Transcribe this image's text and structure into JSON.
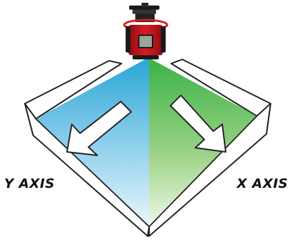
{
  "labels": {
    "y_axis": "Y AXIS",
    "x_axis": "X AXIS"
  },
  "device": {
    "name": "rotary-laser-level",
    "body_color": "#c8161d",
    "accent_color": "#1a1a1a",
    "display_color": "#9aa59a"
  },
  "beam_colors": {
    "y_side": "#2aa6d6",
    "x_side": "#3db34a"
  },
  "icons": {
    "y_direction": "arrow-down-left-icon",
    "x_direction": "arrow-down-right-icon"
  }
}
